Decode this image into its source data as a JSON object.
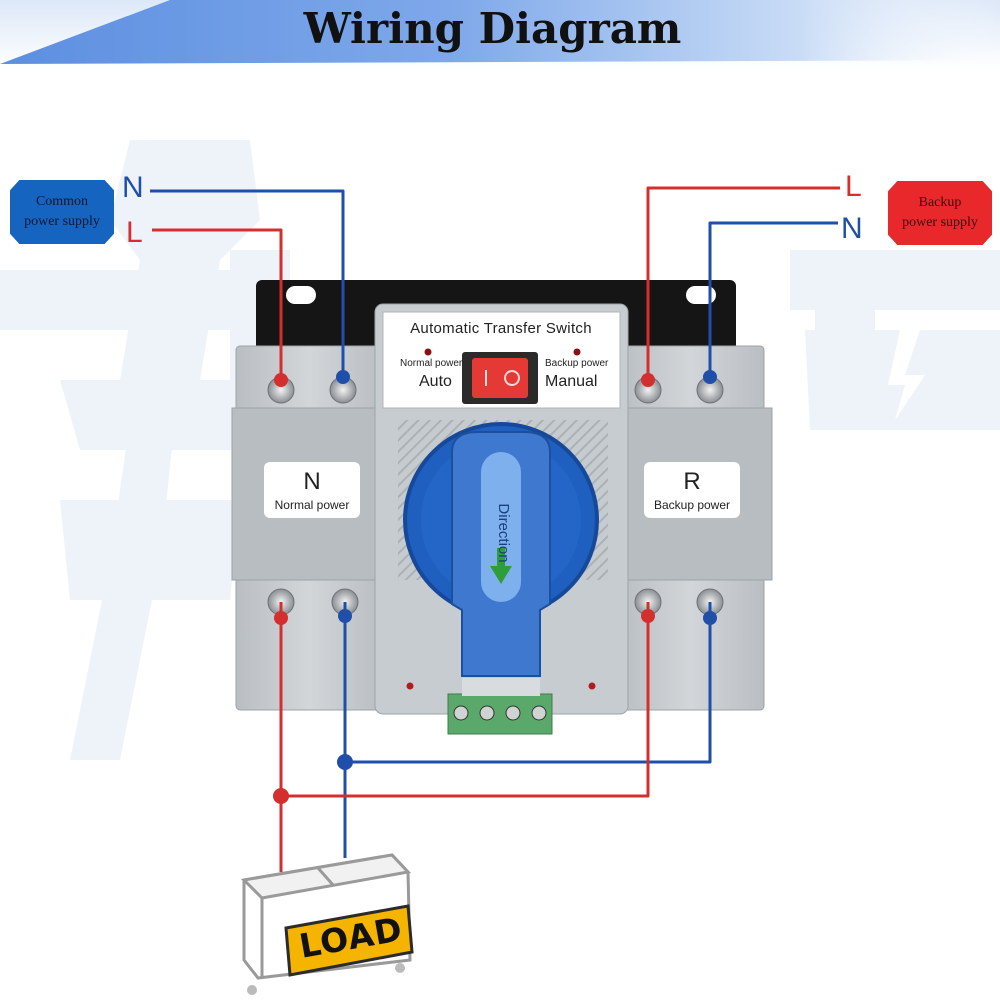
{
  "title": "Wiring Diagram",
  "sources": {
    "common": {
      "label": "Common power supply",
      "wires": {
        "n": "N",
        "l": "L"
      }
    },
    "backup": {
      "label": "Backup power supply",
      "wires": {
        "l": "L",
        "n": "N"
      }
    }
  },
  "switch": {
    "name": "Automatic Transfer Switch",
    "left_indicator": "Normal power",
    "right_indicator": "Backup power",
    "mode_auto": "Auto",
    "mode_manual": "Manual",
    "left_side": {
      "letter": "N",
      "caption": "Normal power"
    },
    "right_side": {
      "letter": "R",
      "caption": "Backup power"
    },
    "knob_label": "Direction"
  },
  "load": {
    "label": "LOAD"
  },
  "colors": {
    "live_wire": "#d32f2f",
    "neutral_wire": "#1f4fa8",
    "common_tag": "#1565c0",
    "backup_tag": "#e8282b",
    "switch_body": "#c5cacd",
    "knob": "#1e5fbf",
    "rocker": "#e53935",
    "load_tag": "#f4b400"
  }
}
